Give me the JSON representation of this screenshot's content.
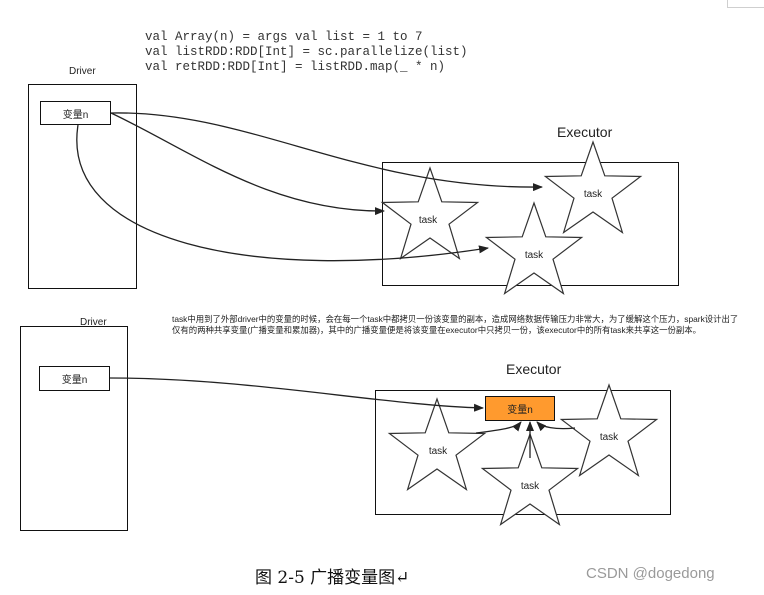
{
  "code_lines": [
    "val Array(n) = args val list = 1 to 7",
    "val listRDD:RDD[Int] = sc.parallelize(list)",
    "val retRDD:RDD[Int] = listRDD.map(_ * n)"
  ],
  "top": {
    "driver_label": "Driver",
    "variable_label": "变量n",
    "executor_label": "Executor",
    "task_labels": [
      "task",
      "task",
      "task"
    ]
  },
  "description": "task中用到了外部driver中的变量的时候，会在每一个task中都拷贝一份该变量的副本，造成网络数据传输压力非常大，为了缓解这个压力，spark设计出了仅有的两种共享变量(广播变量和累加器)，其中的广播变量便是将该变量在executor中只拷贝一份，该executor中的所有task来共享这一份副本。",
  "bottom": {
    "driver_label": "Driver",
    "variable_label": "变量n",
    "executor_label": "Executor",
    "broadcast_label": "变量n",
    "task_labels": [
      "task",
      "task",
      "task"
    ]
  },
  "caption": "图 2-5  广播变量图↵",
  "watermark": "CSDN @dogedong",
  "colors": {
    "broadcast_fill": "#ff9a2e",
    "line": "#222222"
  }
}
